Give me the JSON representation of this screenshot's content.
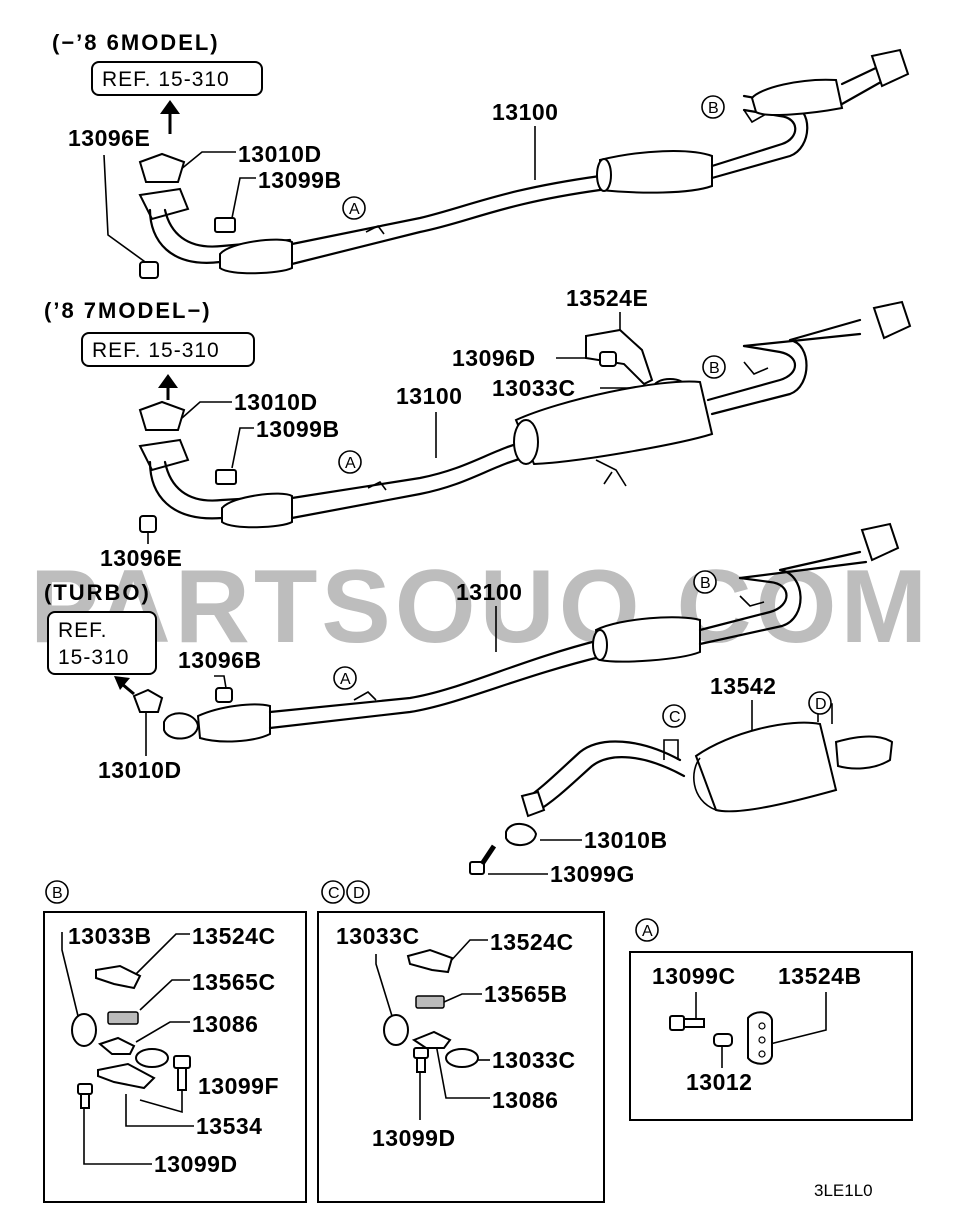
{
  "sections": {
    "model_86": {
      "header": "(−’8 6MODEL)",
      "ref": "REF. 15-310"
    },
    "model_87": {
      "header": "(’8 7MODEL−)",
      "ref": "REF. 15-310"
    },
    "turbo": {
      "header": "(TURBO)",
      "ref_line1": "REF.",
      "ref_line2": "15-310"
    }
  },
  "callouts": {
    "a": "A",
    "b": "B",
    "c": "C",
    "d": "D"
  },
  "parts": {
    "s1": {
      "p13096E": "13096E",
      "p13010D": "13010D",
      "p13099B": "13099B",
      "p13100": "13100"
    },
    "s2": {
      "p13524E": "13524E",
      "p13096D": "13096D",
      "p13033C": "13033C",
      "p13010D": "13010D",
      "p13099B": "13099B",
      "p13100": "13100",
      "p13096E": "13096E"
    },
    "s3": {
      "p13100": "13100",
      "p13096B": "13096B",
      "p13010D": "13010D",
      "p13542": "13542",
      "p13010B": "13010B",
      "p13099G": "13099G"
    },
    "box_b": {
      "p13033B": "13033B",
      "p13524C": "13524C",
      "p13565C": "13565C",
      "p13086": "13086",
      "p13099F": "13099F",
      "p13534": "13534",
      "p13099D": "13099D"
    },
    "box_cd": {
      "p13033C_a": "13033C",
      "p13524C": "13524C",
      "p13565B": "13565B",
      "p13033C_b": "13033C",
      "p13086": "13086",
      "p13099D": "13099D"
    },
    "box_a": {
      "p13099C": "13099C",
      "p13524B": "13524B",
      "p13012": "13012"
    }
  },
  "diagram_code": "3LE1L0",
  "watermark": "PARTSOUQ.COM"
}
